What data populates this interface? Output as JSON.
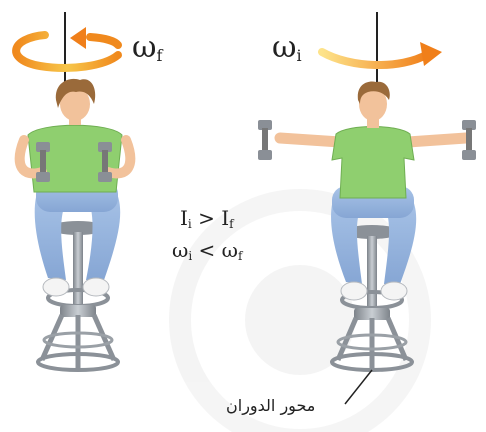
{
  "labels": {
    "omega_final": {
      "symbol": "ω",
      "sub": "f"
    },
    "omega_initial": {
      "symbol": "ω",
      "sub": "i"
    },
    "relation_inertia": {
      "left": "I",
      "left_sub": "i",
      "op": " > ",
      "right": "I",
      "right_sub": "f"
    },
    "relation_omega": {
      "left": "ω",
      "left_sub": "i",
      "op": " < ",
      "right": "ω",
      "right_sub": "f"
    },
    "axis": "محور الدوران"
  },
  "colors": {
    "arrow_orange": "#f08a1e",
    "arrow_yellow": "#f6c94b",
    "shirt_green": "#8fcf6f",
    "jeans_blue": "#9bb9e0",
    "skin": "#f2c29b",
    "hair": "#9a6a3a",
    "stool_gray": "#9aa0a6",
    "dumbbell_gray": "#8a8f96"
  }
}
